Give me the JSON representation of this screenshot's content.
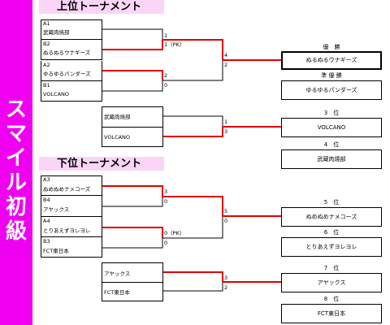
{
  "sidebar": {
    "title": "スマイル初級"
  },
  "upper": {
    "title": "上位トーナメント",
    "seeds": [
      {
        "code": "A1",
        "team": "武蔵肉焼部"
      },
      {
        "code": "B2",
        "team": "ぬるぬるウナギーズ"
      },
      {
        "code": "A2",
        "team": "ゆるゆるパンダーズ"
      },
      {
        "code": "B1",
        "team": "VOLCANO"
      }
    ],
    "scores": [
      "1",
      "1（PK）",
      "2",
      "0",
      "4",
      "2"
    ],
    "third_match": {
      "teams": [
        "武蔵肉焼部",
        "VOLCANO"
      ],
      "scores": [
        "1",
        "3"
      ]
    }
  },
  "lower": {
    "title": "下位トーナメント",
    "seeds": [
      {
        "code": "A3",
        "team": "ぬめぬめナメコーズ"
      },
      {
        "code": "B4",
        "team": "アヤックス"
      },
      {
        "code": "A4",
        "team": "とりあえずヨレヨレ"
      },
      {
        "code": "B3",
        "team": "FCT東日本"
      }
    ],
    "scores": [
      "3",
      "0",
      "0（PK）",
      "0",
      "5",
      "0"
    ],
    "seventh_match": {
      "teams": [
        "アヤックス",
        "FCT東日本"
      ],
      "scores": [
        "3",
        "2"
      ]
    }
  },
  "results": [
    {
      "rank": "優　勝",
      "team": "ぬるぬるウナギーズ"
    },
    {
      "rank": "準 優 勝",
      "team": "ゆるゆるパンダーズ"
    },
    {
      "rank": "3　位",
      "team": "VOLCANO"
    },
    {
      "rank": "4　位",
      "team": "武蔵肉焼部"
    },
    {
      "rank": "5　位",
      "team": "ぬめぬめナメコーズ"
    },
    {
      "rank": "6　位",
      "team": "とりあえずヨレヨレ"
    },
    {
      "rank": "7　位",
      "team": "アヤックス"
    },
    {
      "rank": "8　位",
      "team": "FCT東日本"
    }
  ],
  "colors": {
    "sidebar": "#f000f0",
    "section_bg": "#fbd5f8",
    "win_line": "#e00000",
    "line": "#000000"
  }
}
